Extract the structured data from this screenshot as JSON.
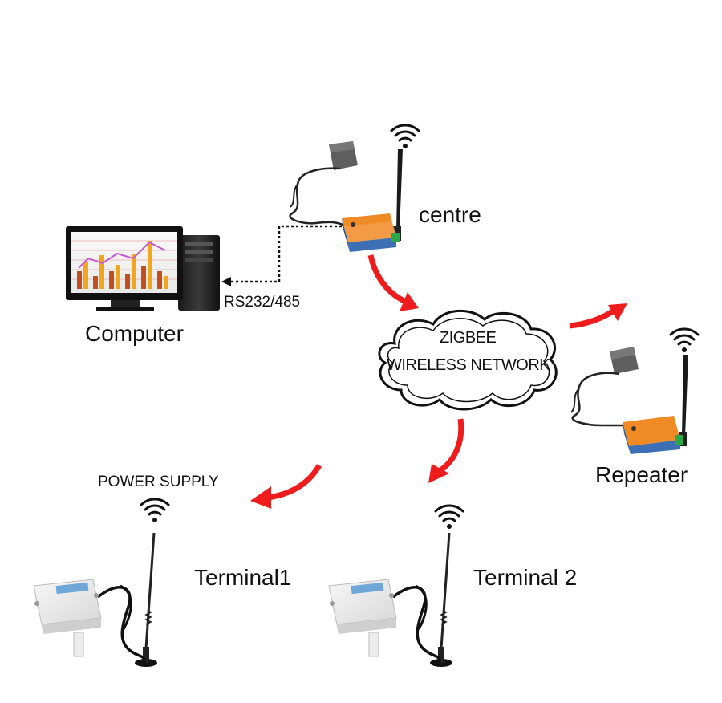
{
  "labels": {
    "centre": "centre",
    "computer": "Computer",
    "rs232": "RS232/485",
    "zigbee_line1": "ZIGBEE",
    "zigbee_line2": "WIRELESS NETWORK",
    "repeater": "Repeater",
    "power_supply": "POWER SUPPLY",
    "terminal1": "Terminal1",
    "terminal2": "Terminal 2"
  },
  "colors": {
    "arrow": "#ee1c1c",
    "device_orange": "#f08a24",
    "device_blue": "#3d6fb5",
    "terminal_green": "#2aa84a",
    "cloud_stroke": "#111111"
  },
  "icons": [
    "wifi-icon",
    "antenna-icon",
    "computer-icon",
    "gps-antenna-icon",
    "sensor-box-icon"
  ]
}
